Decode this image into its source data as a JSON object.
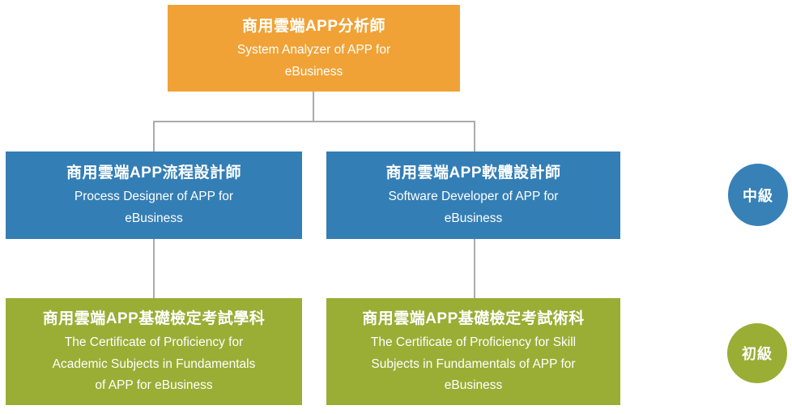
{
  "colors": {
    "root_orange": "#f0a236",
    "intermediate_blue": "#337eb5",
    "basic_green": "#9aad35",
    "badge_blue": "#3781b7",
    "badge_green": "#9aad35",
    "connector_gray": "#ababab",
    "text_white": "#ffffff"
  },
  "diagram": {
    "root": {
      "title_zh": "商用雲端APP分析師",
      "title_en": "System Analyzer of APP for\neBusiness"
    },
    "intermediate_nodes": [
      {
        "title_zh": "商用雲端APP流程設計師",
        "title_en": "Process Designer of APP for\neBusiness"
      },
      {
        "title_zh": "商用雲端APP軟體設計師",
        "title_en": "Software Developer of APP for\neBusiness"
      }
    ],
    "basic_nodes": [
      {
        "title_zh": "商用雲端APP基礎檢定考試學科",
        "title_en": "The Certificate of Proficiency for\nAcademic Subjects in Fundamentals\nof APP for eBusiness"
      },
      {
        "title_zh": "商用雲端APP基礎檢定考試術科",
        "title_en": "The Certificate of Proficiency for Skill\nSubjects in Fundamentals of APP for\neBusiness"
      }
    ],
    "level_badges": [
      {
        "label": "中級"
      },
      {
        "label": "初級"
      }
    ]
  }
}
